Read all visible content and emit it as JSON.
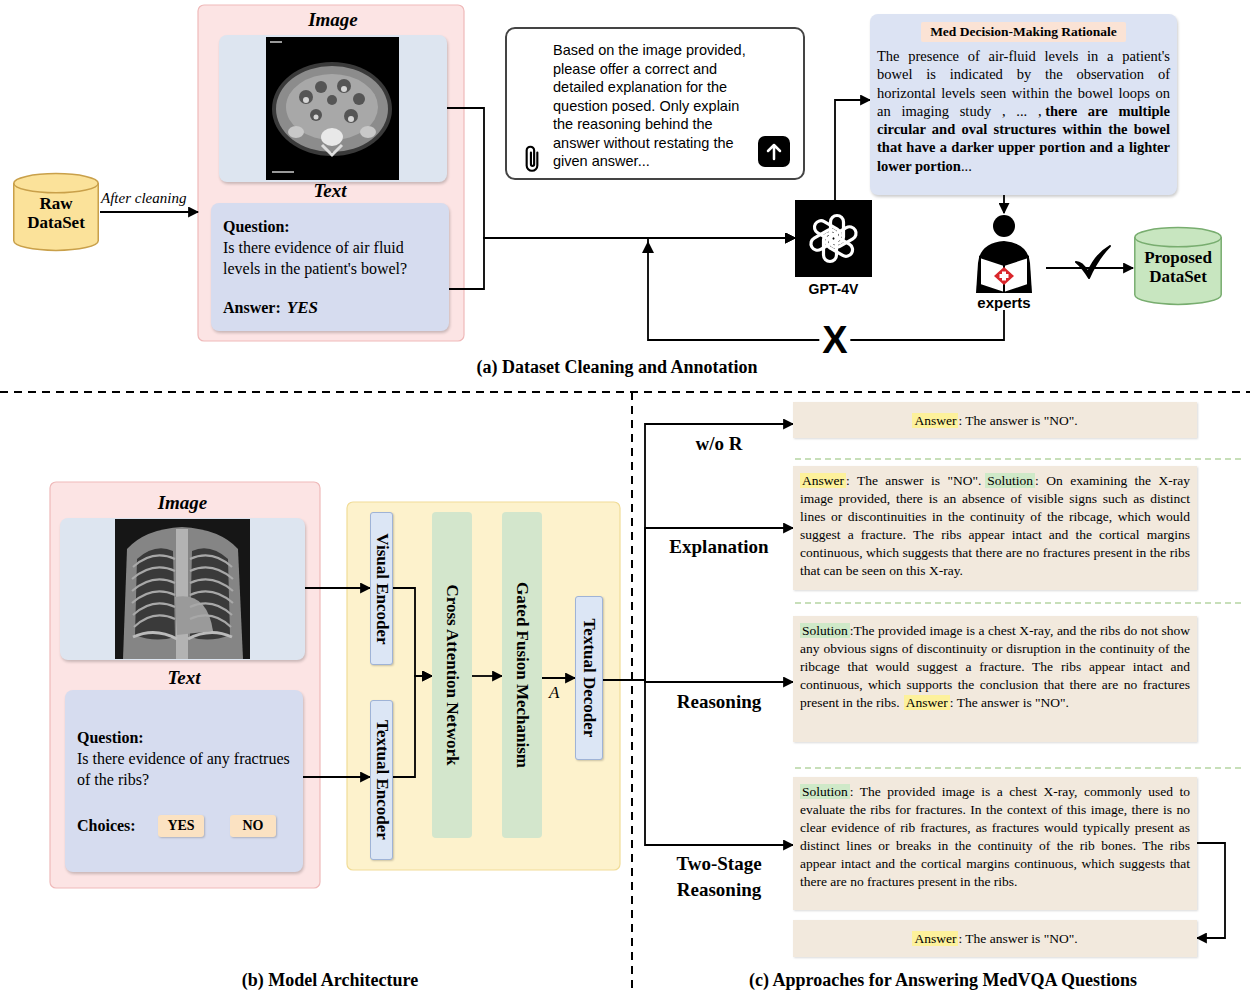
{
  "diagram": {
    "nodes": [
      {
        "text": [
          "Raw DataSet"
        ]
      },
      {
        "text": []
      },
      {
        "text": [
          "Image"
        ],
        "in": 1
      },
      {
        "text": [
          "Text",
          "Question:",
          "Is there evidence of air fluid levels in the patient's bowel?",
          "Answer:",
          "YES"
        ],
        "in": 1
      },
      {
        "text": [
          "Based on the image provided, please offer a correct and detailed explanation for the question posed. Only explain the reasoning behind the answer without restating the given answer..."
        ]
      },
      {
        "text": [
          "GPT-4V"
        ]
      },
      {
        "text": [
          "Med Decision-Making Rationale",
          "The presence of air-fluid levels in a patient's bowel is indicated by the observation of horizontal levels seen within the bowel loops on an imaging study , ... ,",
          "there are multiple circular and oval structures within the bowel that have a darker upper portion and a lighter lower portion",
          "..."
        ]
      },
      {
        "text": [
          "experts"
        ]
      },
      {
        "text": [
          "Proposed DataSet"
        ]
      },
      {
        "text": []
      },
      {
        "text": [
          "Image"
        ],
        "in": 9
      },
      {
        "text": [
          "Text",
          "Question:",
          "Is there evidence of any fractrues of the ribs?",
          "Choices:"
        ],
        "in": 9
      },
      {
        "text": [
          "YES"
        ],
        "in": 11
      },
      {
        "text": [
          "NO"
        ],
        "in": 11
      },
      {
        "text": []
      },
      {
        "text": [
          "Visual Encoder"
        ],
        "in": 14
      },
      {
        "text": [
          "Textual Encoder"
        ],
        "in": 14
      },
      {
        "text": [
          "Cross Attention Network"
        ],
        "in": 14
      },
      {
        "text": [
          "Gated Fusion Mechanism"
        ],
        "in": 14
      },
      {
        "text": [
          "Textual Decoder"
        ],
        "in": 14
      },
      {
        "text": [
          "Answer",
          ": The answer is \"NO\"."
        ]
      },
      {
        "text": [
          "Answer",
          ": The answer is \"NO\".",
          "Solution",
          ": On examining the X-ray image provided, there is an absence of visible signs such as distinct lines or discontinuities in the continuity of the ribcage, which would suggest a fracture. The ribs appear intact and the cortical margins continuous, which suggests that there are no fractures present in the ribs that can be seen on this X-ray."
        ]
      },
      {
        "text": [
          "Solution",
          ":The provided image is a chest X-ray, and the ribs do not show any obvious signs of discontinuity or disruption in the continuity of the ribcage that would suggest a fracture. The ribs appear intact and continuous, which supports the conclusion that there are no fractures present in the ribs.",
          "Answer",
          ": The answer is \"NO\"."
        ]
      },
      {
        "text": [
          "Solution",
          ": The provided image is a chest X-ray, commonly used to evaluate the ribs for fractures. In the context of this image, there is no clear evidence of rib fractures, as fractures would typically present as distinct lines or breaks in the continuity of the rib bones. The ribs appear intact and the cortical margins continuous, which suggests that there are no fractures present in the ribs."
        ]
      },
      {
        "text": [
          "Answer",
          ": The answer is \"NO\"."
        ]
      }
    ],
    "edges": [
      {
        "from": 0,
        "to": 1,
        "label": "After cleaning",
        "arrow": "to"
      },
      {
        "from": 2,
        "to": 5,
        "arrow": "to"
      },
      {
        "from": 3,
        "to": 5,
        "arrow": "to"
      },
      {
        "from": 5,
        "to": 6,
        "arrow": "to"
      },
      {
        "from": 6,
        "to": 7,
        "arrow": "to"
      },
      {
        "from": 7,
        "to": 8,
        "arrow": "to"
      },
      {
        "from": 7,
        "to": 5,
        "label": "X",
        "arrow": "to"
      },
      {
        "from": 10,
        "to": 15,
        "arrow": "to"
      },
      {
        "from": 11,
        "to": 16,
        "arrow": "to"
      },
      {
        "from": 15,
        "to": 17,
        "arrow": "to"
      },
      {
        "from": 16,
        "to": 17,
        "arrow": "to"
      },
      {
        "from": 17,
        "to": 18,
        "arrow": "to"
      },
      {
        "from": 18,
        "to": 19,
        "label": "A",
        "arrow": "to"
      },
      {
        "from": 19,
        "to": 20,
        "label": "w/o R",
        "arrow": "to"
      },
      {
        "from": 19,
        "to": 21,
        "label": "Explanation",
        "arrow": "to"
      },
      {
        "from": 19,
        "to": 22,
        "label": "Reasoning",
        "arrow": "to"
      },
      {
        "from": 19,
        "to": 23,
        "label": "Two-Stage Reasoning",
        "arrow": "to"
      },
      {
        "from": 23,
        "to": 24,
        "arrow": "to"
      }
    ],
    "labels": [
      "(a) Dataset Cleaning and Annotation",
      "(b) Model Architecture",
      "(c) Approaches for Answering MedVQA Questions"
    ]
  }
}
